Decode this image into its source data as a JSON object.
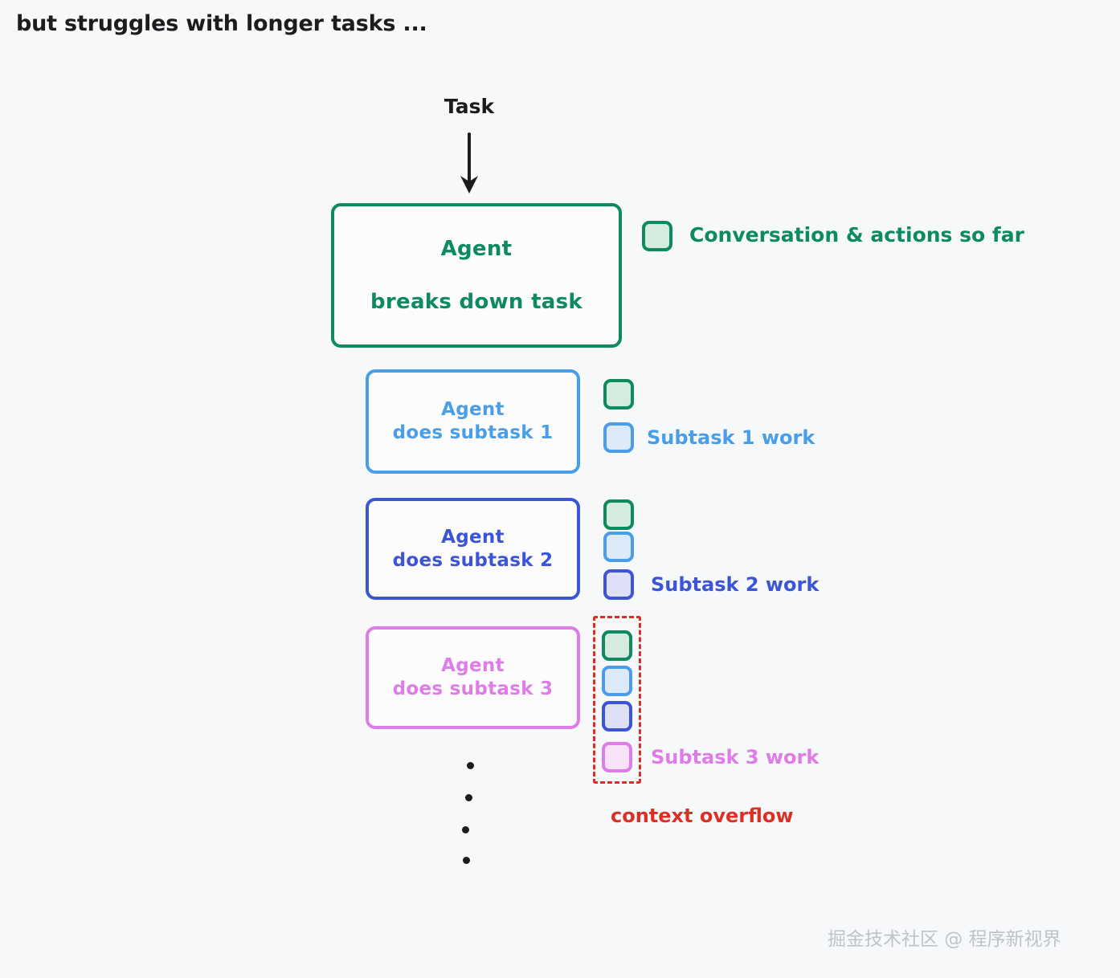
{
  "heading": "but struggles with longer tasks ...",
  "flow": {
    "task_label": "Task",
    "arrow_icon": "down-arrow-icon"
  },
  "boxes": [
    {
      "id": "agent-breaks-down-task",
      "line1": "Agent",
      "line2": "breaks down task",
      "color": "#0E8A5F"
    },
    {
      "id": "agent-subtask-1",
      "line1": "Agent",
      "line2": "does subtask 1",
      "color": "#4A9EE8"
    },
    {
      "id": "agent-subtask-2",
      "line1": "Agent",
      "line2": "does subtask 2",
      "color": "#3C55D6"
    },
    {
      "id": "agent-subtask-3",
      "line1": "Agent",
      "line2": "does subtask 3",
      "color": "#DE7CE8"
    }
  ],
  "legend": [
    {
      "id": "conversation-so-far",
      "label": "Conversation & actions so far",
      "color": "#0E8A5F",
      "fill": "#D6EBDF"
    },
    {
      "id": "subtask-1-work",
      "label": "Subtask 1 work",
      "color": "#4A9EE8",
      "fill": "#DCE9F8"
    },
    {
      "id": "subtask-2-work",
      "label": "Subtask 2 work",
      "color": "#3C55D6",
      "fill": "#DDE0F6"
    },
    {
      "id": "subtask-3-work",
      "label": "Subtask 3 work",
      "color": "#DE7CE8",
      "fill": "#F7E2F8"
    }
  ],
  "overflow": {
    "label": "context overflow",
    "color": "#DD3025",
    "style": "dashed"
  },
  "ellipsis": {
    "dot_count": 4
  },
  "watermark": "掘金技术社区 @ 程序新视界",
  "background": "#F7F8FA"
}
